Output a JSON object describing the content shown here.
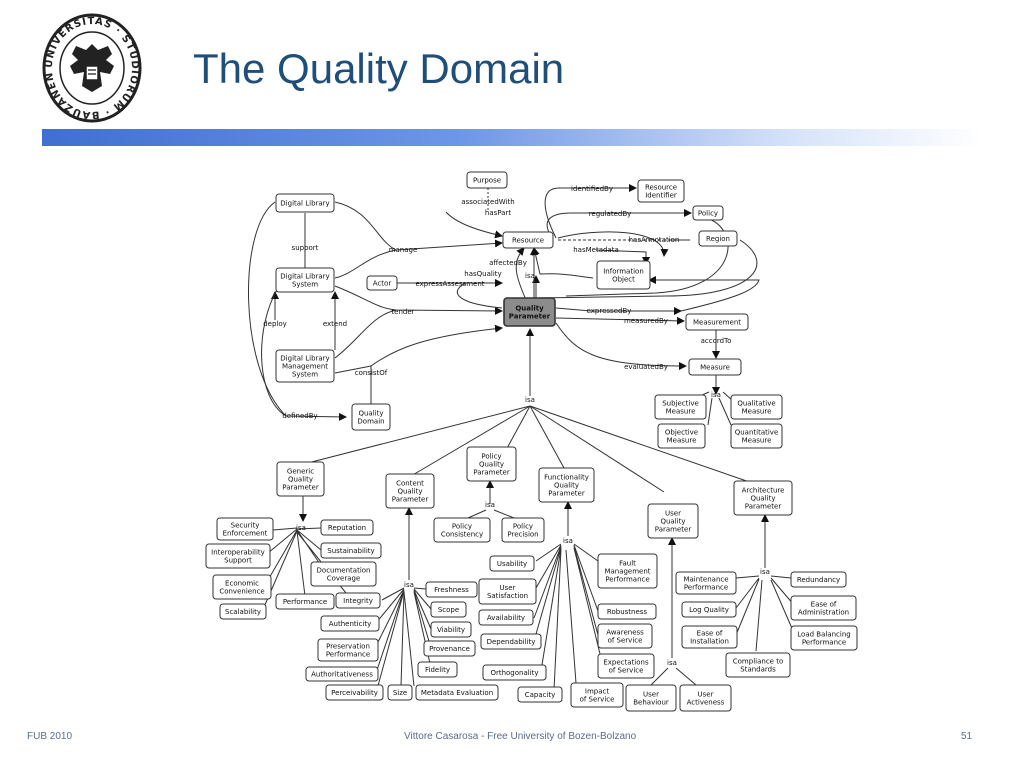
{
  "slide": {
    "title": "The Quality Domain"
  },
  "seal": {
    "text": "UNIVERSITAS · STUDIORUM · BAUZANENSIS ·"
  },
  "footer": {
    "left": "FUB 2010",
    "center": "Vittore Casarosa - Free University of Bozen-Bolzano",
    "right": "51"
  },
  "colors": {
    "title": "#1f4e79",
    "bar_start": "#3f6fd0",
    "node_highlight": "#8c8c8c"
  },
  "diagram": {
    "nodes": [
      {
        "id": "digital-library",
        "lines": [
          "Digital Library"
        ]
      },
      {
        "id": "digital-library-system",
        "lines": [
          "Digital Library",
          "System"
        ]
      },
      {
        "id": "dlms",
        "lines": [
          "Digital Library",
          "Management",
          "System"
        ]
      },
      {
        "id": "quality-domain",
        "lines": [
          "Quality",
          "Domain"
        ]
      },
      {
        "id": "actor",
        "lines": [
          "Actor"
        ]
      },
      {
        "id": "purpose",
        "lines": [
          "Purpose"
        ]
      },
      {
        "id": "resource",
        "lines": [
          "Resource"
        ]
      },
      {
        "id": "resource-identifier",
        "lines": [
          "Resource",
          "Identifier"
        ]
      },
      {
        "id": "policy",
        "lines": [
          "Policy"
        ]
      },
      {
        "id": "region",
        "lines": [
          "Region"
        ]
      },
      {
        "id": "information-object",
        "lines": [
          "Information",
          "Object"
        ]
      },
      {
        "id": "quality-parameter",
        "lines": [
          "Quality",
          "Parameter"
        ],
        "highlight": true
      },
      {
        "id": "measurement",
        "lines": [
          "Measurement"
        ]
      },
      {
        "id": "measure",
        "lines": [
          "Measure"
        ]
      },
      {
        "id": "subjective-measure",
        "lines": [
          "Subjective",
          "Measure"
        ]
      },
      {
        "id": "qualitative-measure",
        "lines": [
          "Qualitative",
          "Measure"
        ]
      },
      {
        "id": "objective-measure",
        "lines": [
          "Objective",
          "Measure"
        ]
      },
      {
        "id": "quantitative-measure",
        "lines": [
          "Quantitative",
          "Measure"
        ]
      },
      {
        "id": "generic-qp",
        "lines": [
          "Generic",
          "Quality",
          "Parameter"
        ]
      },
      {
        "id": "content-qp",
        "lines": [
          "Content",
          "Quality",
          "Parameter"
        ]
      },
      {
        "id": "policy-qp",
        "lines": [
          "Policy",
          "Quality",
          "Parameter"
        ]
      },
      {
        "id": "functionality-qp",
        "lines": [
          "Functionality",
          "Quality",
          "Parameter"
        ]
      },
      {
        "id": "user-qp",
        "lines": [
          "User",
          "Quality",
          "Parameter"
        ]
      },
      {
        "id": "architecture-qp",
        "lines": [
          "Architecture",
          "Quality",
          "Parameter"
        ]
      },
      {
        "id": "security-enforcement",
        "lines": [
          "Security",
          "Enforcement"
        ]
      },
      {
        "id": "interoperability-support",
        "lines": [
          "Interoperability",
          "Support"
        ]
      },
      {
        "id": "economic-convenience",
        "lines": [
          "Economic",
          "Convenience"
        ]
      },
      {
        "id": "scalability",
        "lines": [
          "Scalability"
        ]
      },
      {
        "id": "reputation",
        "lines": [
          "Reputation"
        ]
      },
      {
        "id": "sustainability",
        "lines": [
          "Sustainability"
        ]
      },
      {
        "id": "documentation-coverage",
        "lines": [
          "Documentation",
          "Coverage"
        ]
      },
      {
        "id": "performance",
        "lines": [
          "Performance"
        ]
      },
      {
        "id": "policy-consistency",
        "lines": [
          "Policy",
          "Consistency"
        ]
      },
      {
        "id": "policy-precision",
        "lines": [
          "Policy",
          "Precision"
        ]
      },
      {
        "id": "integrity",
        "lines": [
          "Integrity"
        ]
      },
      {
        "id": "authenticity",
        "lines": [
          "Authenticity"
        ]
      },
      {
        "id": "preservation-performance",
        "lines": [
          "Preservation",
          "Performance"
        ]
      },
      {
        "id": "authoritativeness",
        "lines": [
          "Authoritativeness"
        ]
      },
      {
        "id": "perceivability",
        "lines": [
          "Perceivability"
        ]
      },
      {
        "id": "size",
        "lines": [
          "Size"
        ]
      },
      {
        "id": "freshness",
        "lines": [
          "Freshness"
        ]
      },
      {
        "id": "scope",
        "lines": [
          "Scope"
        ]
      },
      {
        "id": "viability",
        "lines": [
          "Viability"
        ]
      },
      {
        "id": "provenance",
        "lines": [
          "Provenance"
        ]
      },
      {
        "id": "fidelity",
        "lines": [
          "Fidelity"
        ]
      },
      {
        "id": "metadata-evaluation",
        "lines": [
          "Metadata Evaluation"
        ]
      },
      {
        "id": "usability",
        "lines": [
          "Usability"
        ]
      },
      {
        "id": "user-satisfaction",
        "lines": [
          "User",
          "Satisfaction"
        ]
      },
      {
        "id": "availability",
        "lines": [
          "Availability"
        ]
      },
      {
        "id": "dependability",
        "lines": [
          "Dependability"
        ]
      },
      {
        "id": "orthogonality",
        "lines": [
          "Orthogonality"
        ]
      },
      {
        "id": "capacity",
        "lines": [
          "Capacity"
        ]
      },
      {
        "id": "impact-of-service",
        "lines": [
          "Impact",
          "of Service"
        ]
      },
      {
        "id": "fault-management-performance",
        "lines": [
          "Fault",
          "Management",
          "Performance"
        ]
      },
      {
        "id": "robustness",
        "lines": [
          "Robustness"
        ]
      },
      {
        "id": "awareness-of-service",
        "lines": [
          "Awareness",
          "of Service"
        ]
      },
      {
        "id": "expectations-of-service",
        "lines": [
          "Expectations",
          "of Service"
        ]
      },
      {
        "id": "user-behaviour",
        "lines": [
          "User",
          "Behaviour"
        ]
      },
      {
        "id": "user-activeness",
        "lines": [
          "User",
          "Activeness"
        ]
      },
      {
        "id": "maintenance-performance",
        "lines": [
          "Maintenance",
          "Performance"
        ]
      },
      {
        "id": "log-quality",
        "lines": [
          "Log Quality"
        ]
      },
      {
        "id": "ease-of-installation",
        "lines": [
          "Ease of",
          "Installation"
        ]
      },
      {
        "id": "compliance-to-standards",
        "lines": [
          "Compliance to",
          "Standards"
        ]
      },
      {
        "id": "redundancy",
        "lines": [
          "Redundancy"
        ]
      },
      {
        "id": "ease-of-administration",
        "lines": [
          "Ease of",
          "Administration"
        ]
      },
      {
        "id": "load-balancing-performance",
        "lines": [
          "Load Balancing",
          "Performance"
        ]
      }
    ],
    "labels": [
      {
        "id": "support",
        "text": "support"
      },
      {
        "id": "deploy",
        "text": "deploy"
      },
      {
        "id": "extend",
        "text": "extend"
      },
      {
        "id": "manage",
        "text": "manage"
      },
      {
        "id": "tender",
        "text": "tender"
      },
      {
        "id": "consist-of",
        "text": "consistOf"
      },
      {
        "id": "defined-by",
        "text": "definedBy"
      },
      {
        "id": "express-assessment",
        "text": "expressAssessment"
      },
      {
        "id": "associated-with",
        "text": "associatedWith"
      },
      {
        "id": "has-part",
        "text": "hasPart"
      },
      {
        "id": "identified-by",
        "text": "identifiedBy"
      },
      {
        "id": "regulated-by",
        "text": "regulatedBy"
      },
      {
        "id": "has-annotation",
        "text": "hasAnnotation"
      },
      {
        "id": "has-metadata",
        "text": "hasMetadata"
      },
      {
        "id": "affected-by",
        "text": "affectedBy"
      },
      {
        "id": "has-quality",
        "text": "hasQuality"
      },
      {
        "id": "isa-resource",
        "text": "isa"
      },
      {
        "id": "expressed-by",
        "text": "expressedBy"
      },
      {
        "id": "measured-by",
        "text": "measuredBy"
      },
      {
        "id": "accord-to",
        "text": "accordTo"
      },
      {
        "id": "evaluated-by",
        "text": "evaluatedBy"
      },
      {
        "id": "isa-measure",
        "text": "isa"
      },
      {
        "id": "isa-quality",
        "text": "isa"
      },
      {
        "id": "isa-generic",
        "text": "isa"
      },
      {
        "id": "isa-policy",
        "text": "isa"
      },
      {
        "id": "isa-content",
        "text": "isa"
      },
      {
        "id": "isa-functionality",
        "text": "isa"
      },
      {
        "id": "isa-user",
        "text": "isa"
      },
      {
        "id": "isa-architecture",
        "text": "isa"
      }
    ]
  }
}
